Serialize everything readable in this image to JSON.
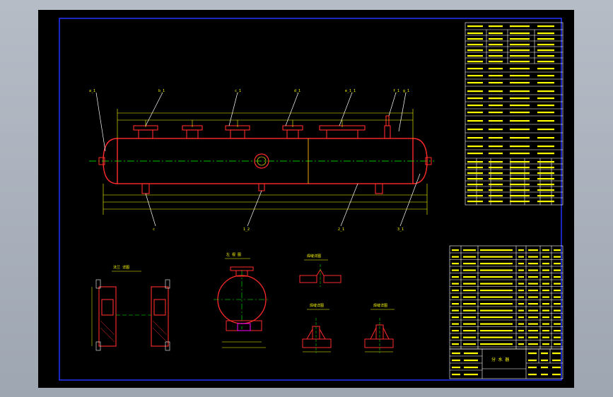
{
  "drawing": {
    "front_view": {
      "nozzle_marks": [
        "a_1",
        "b_1",
        "c_1",
        "d_1",
        "e_1_1",
        "f_1",
        "g_1"
      ],
      "bottom_marks": [
        "c",
        "1_2",
        "2_1",
        "3_1"
      ]
    },
    "side_view": {
      "title": "左 视 图"
    },
    "details": {
      "detail_left": "法兰 详图",
      "detail_a": "焊缝详图",
      "detail_b": "焊缝详图",
      "detail_c": "焊缝详图"
    },
    "title_block": {
      "name": "分 水 器"
    }
  },
  "colors": {
    "background": "#000000",
    "vessel": "#ff2a2a",
    "dimension": "#ffff00",
    "centerline": "#00ff00",
    "border": "#2233ff",
    "table": "#ffffff",
    "leader": "#ffffff"
  }
}
